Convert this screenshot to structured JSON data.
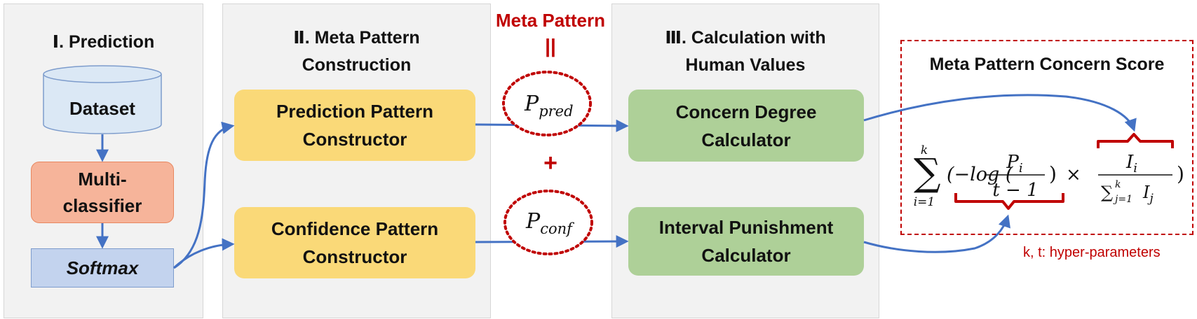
{
  "panels": {
    "prediction": {
      "title": "Ⅰ. Prediction"
    },
    "meta_pattern": {
      "title_line1": "Ⅱ. Meta Pattern",
      "title_line2": "Construction"
    },
    "calculation": {
      "title_line1": "Ⅲ. Calculation with",
      "title_line2": "Human Values"
    }
  },
  "nodes": {
    "dataset": "Dataset",
    "multiclassifier_line1": "Multi-",
    "multiclassifier_line2": "classifier",
    "softmax": "Softmax",
    "pred_constructor_line1": "Prediction Pattern",
    "pred_constructor_line2": "Constructor",
    "conf_constructor_line1": "Confidence Pattern",
    "conf_constructor_line2": "Constructor",
    "concern_calc_line1": "Concern Degree",
    "concern_calc_line2": "Calculator",
    "interval_calc_line1": "Interval Punishment",
    "interval_calc_line2": "Calculator"
  },
  "meta_pattern_eq": {
    "label": "Meta Pattern",
    "equals": "||",
    "plus": "+",
    "p_pred": {
      "base": "P",
      "sub": "pred"
    },
    "p_conf": {
      "base": "P",
      "sub": "conf"
    }
  },
  "score": {
    "title": "Meta Pattern Concern Score",
    "note": "k, t: hyper-parameters",
    "formula": {
      "sum_upper": "k",
      "sum_lower": "i=1",
      "neg_log": "(−log (",
      "frac1_num_base": "P",
      "frac1_num_sub": "i",
      "frac1_den": "t − 1",
      "close1": ")",
      "times": "×",
      "frac2_num_base": "I",
      "frac2_num_sub": "i",
      "frac2_den_sum": "∑",
      "frac2_den_upper": "k",
      "frac2_den_lower": "j=1",
      "frac2_den_base": "I",
      "frac2_den_sub": "j",
      "close2": ")"
    }
  },
  "colors": {
    "panel_bg": "#f2f2f2",
    "yellow": "#fad978",
    "green": "#aed098",
    "orange": "#f6b49a",
    "blue": "#c3d3ee",
    "arrow": "#4472c4",
    "red": "#c00000"
  }
}
